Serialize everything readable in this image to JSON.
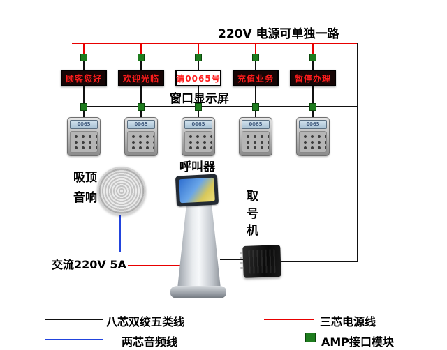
{
  "title": "220V 电源可单独一路",
  "window_displays": {
    "label": "窗口显示屏",
    "items": [
      {
        "text": "顾客您好"
      },
      {
        "text": "欢迎光临"
      },
      {
        "text": "请0065号",
        "light": true
      },
      {
        "text": "充值业务"
      },
      {
        "text": "暂停办理"
      }
    ]
  },
  "callers": {
    "label": "呼叫器",
    "screen_text": "0065"
  },
  "speaker": {
    "label": "吸顶音响"
  },
  "kiosk": {
    "label": "取号机"
  },
  "ac_power_label": "交流220V 5A",
  "legend": {
    "cat5_label": "八芯双绞五类线",
    "power_label": "三芯电源线",
    "audio_label": "两芯音频线",
    "amp_label": "AMP接口模块"
  },
  "colors": {
    "power_line": "#e80000",
    "data_line": "#111111",
    "audio_line": "#2244dd",
    "amp_module_green": "#1e7c1e",
    "led_text": "#ff1c1c"
  }
}
